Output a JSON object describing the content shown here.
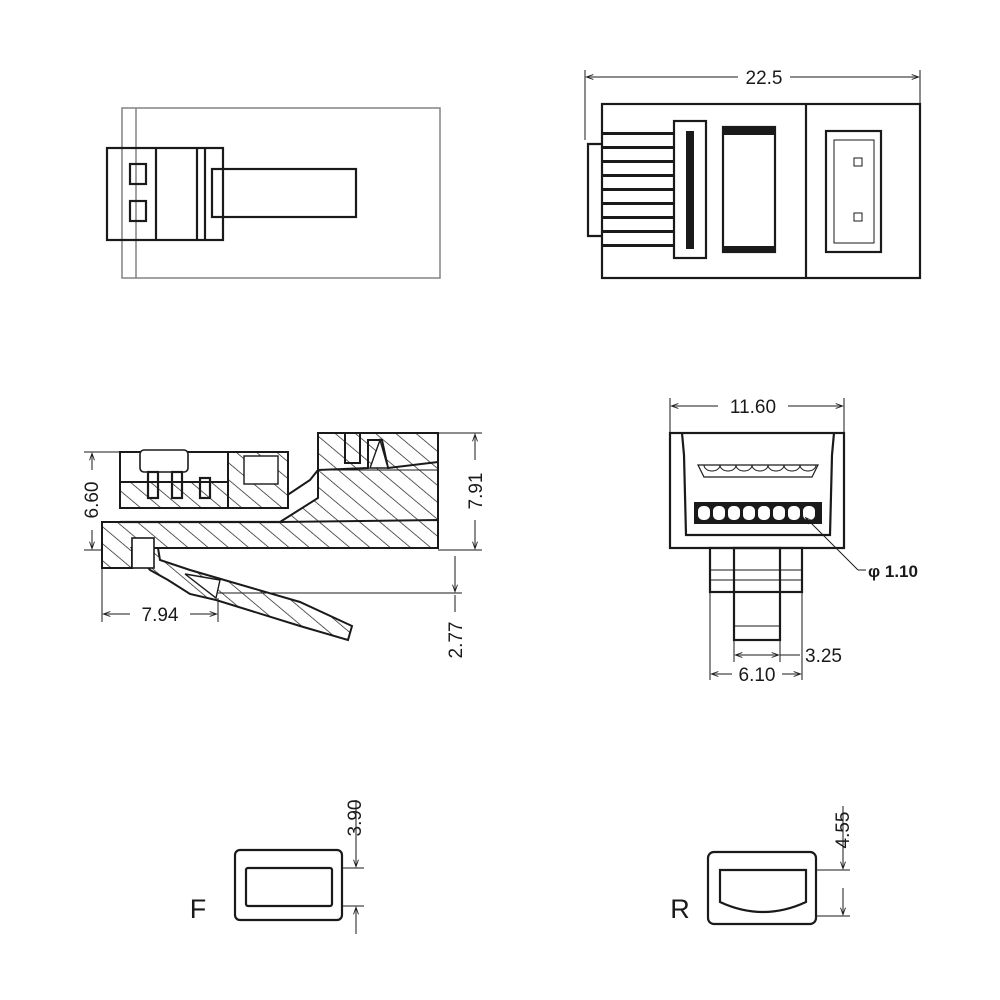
{
  "dimensions": {
    "overall_length": "22.5",
    "width": "11.60",
    "height_body": "7.91",
    "height_front": "6.60",
    "latch_offset": "7.94",
    "latch_height": "2.77",
    "contact_diameter": "φ 1.10",
    "tab_width": "3.25",
    "tab_base_width": "6.10",
    "front_opening_height": "3.90",
    "rear_opening_height": "4.55"
  },
  "view_labels": {
    "front": "F",
    "rear": "R"
  }
}
